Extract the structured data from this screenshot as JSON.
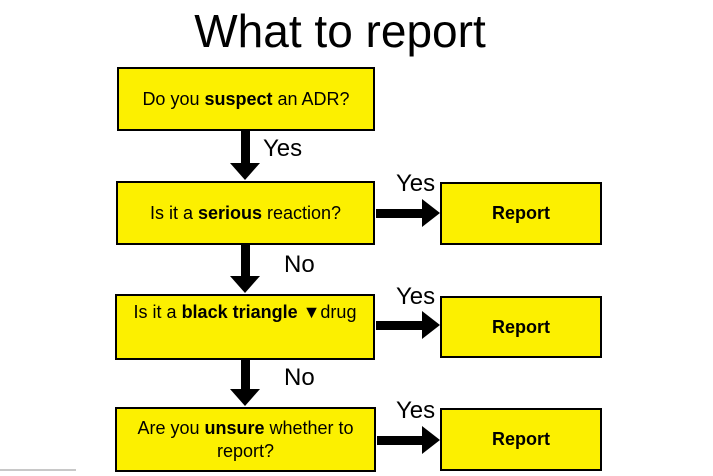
{
  "title": "What to report",
  "flow": {
    "questions": [
      {
        "pre": "Do you ",
        "bold": "suspect",
        "post": " an ADR?"
      },
      {
        "pre": "Is it a ",
        "bold": "serious",
        "post": " reaction?"
      },
      {
        "pre": "Is it a ",
        "bold": "black triangle",
        "post": " ▼drug"
      },
      {
        "pre": "Are you ",
        "bold": "unsure",
        "post": " whether to report?"
      }
    ],
    "report_label": "Report",
    "edges": [
      {
        "from": "suspect-adr",
        "to": "serious-reaction",
        "label": "Yes",
        "direction": "down"
      },
      {
        "from": "serious-reaction",
        "to": "report-1",
        "label": "Yes",
        "direction": "right"
      },
      {
        "from": "serious-reaction",
        "to": "black-triangle",
        "label": "No",
        "direction": "down"
      },
      {
        "from": "black-triangle",
        "to": "report-2",
        "label": "Yes",
        "direction": "right"
      },
      {
        "from": "black-triangle",
        "to": "unsure",
        "label": "No",
        "direction": "down"
      },
      {
        "from": "unsure",
        "to": "report-3",
        "label": "Yes",
        "direction": "right"
      }
    ]
  },
  "icons": {
    "black_triangle": "▼"
  },
  "colors": {
    "box_fill": "#FCF000",
    "box_border": "#000000",
    "arrow": "#000000",
    "text": "#000000",
    "footer_line": "#C8C8C8",
    "background": "#FFFFFF"
  }
}
